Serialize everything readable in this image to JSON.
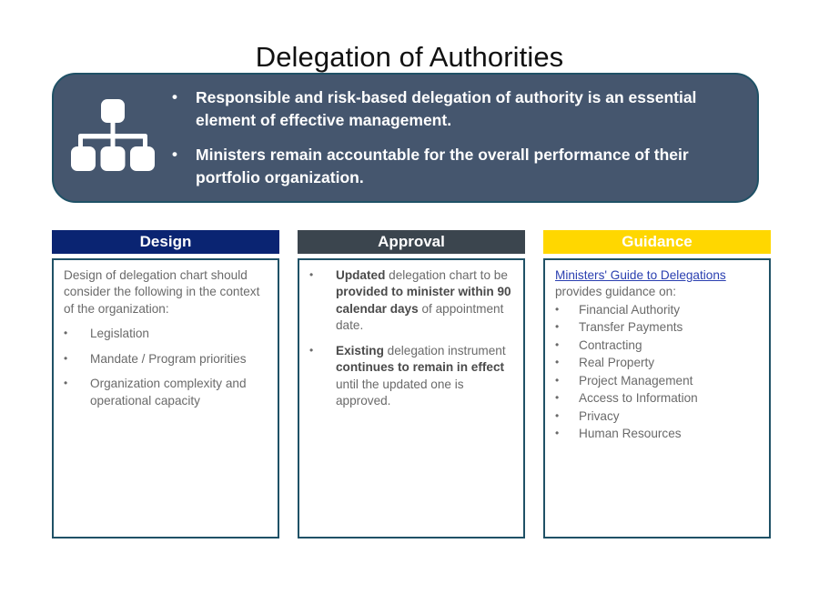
{
  "title": "Delegation of Authorities",
  "colors": {
    "banner_bg": "#45566E",
    "banner_border": "#1F5166",
    "box_border": "#1F5166",
    "design_header": "#0A2472",
    "approval_header": "#3B454E",
    "guidance_header": "#FFD700",
    "body_text": "#6A6A6A",
    "link": "#2A3FB0"
  },
  "banner": {
    "icon": "org-chart-icon",
    "bullet_glyph": "•",
    "bullets": [
      "Responsible and risk-based delegation of authority is an essential element of effective management.",
      "Ministers remain accountable for the overall performance of their portfolio organization."
    ]
  },
  "columns": [
    {
      "header": "Design",
      "intro": "Design of delegation chart should consider the following in the context of the organization:",
      "bullet_glyph": "•",
      "items": [
        "Legislation",
        "Mandate / Program priorities",
        "Organization complexity and operational capacity"
      ]
    },
    {
      "header": "Approval",
      "bullet_glyph": "•",
      "items": [
        {
          "runs": [
            {
              "text": "Updated",
              "bold": true
            },
            {
              "text": " delegation chart to be ",
              "bold": false
            },
            {
              "text": "provided to minister within 90 calendar days",
              "bold": true
            },
            {
              "text": " of appointment date.",
              "bold": false
            }
          ]
        },
        {
          "runs": [
            {
              "text": "Existing",
              "bold": true
            },
            {
              "text": " delegation instrument ",
              "bold": false
            },
            {
              "text": "continues to remain in effect",
              "bold": true
            },
            {
              "text": " until the updated one is approved.",
              "bold": false
            }
          ]
        }
      ]
    },
    {
      "header": "Guidance",
      "link_text": "Ministers' Guide to Delegations",
      "lead_text": " provides guidance on:",
      "bullet_glyph": "•",
      "items": [
        "Financial Authority",
        "Transfer Payments",
        "Contracting",
        "Real Property",
        "Project Management",
        "Access to Information",
        "Privacy",
        "Human Resources"
      ]
    }
  ]
}
